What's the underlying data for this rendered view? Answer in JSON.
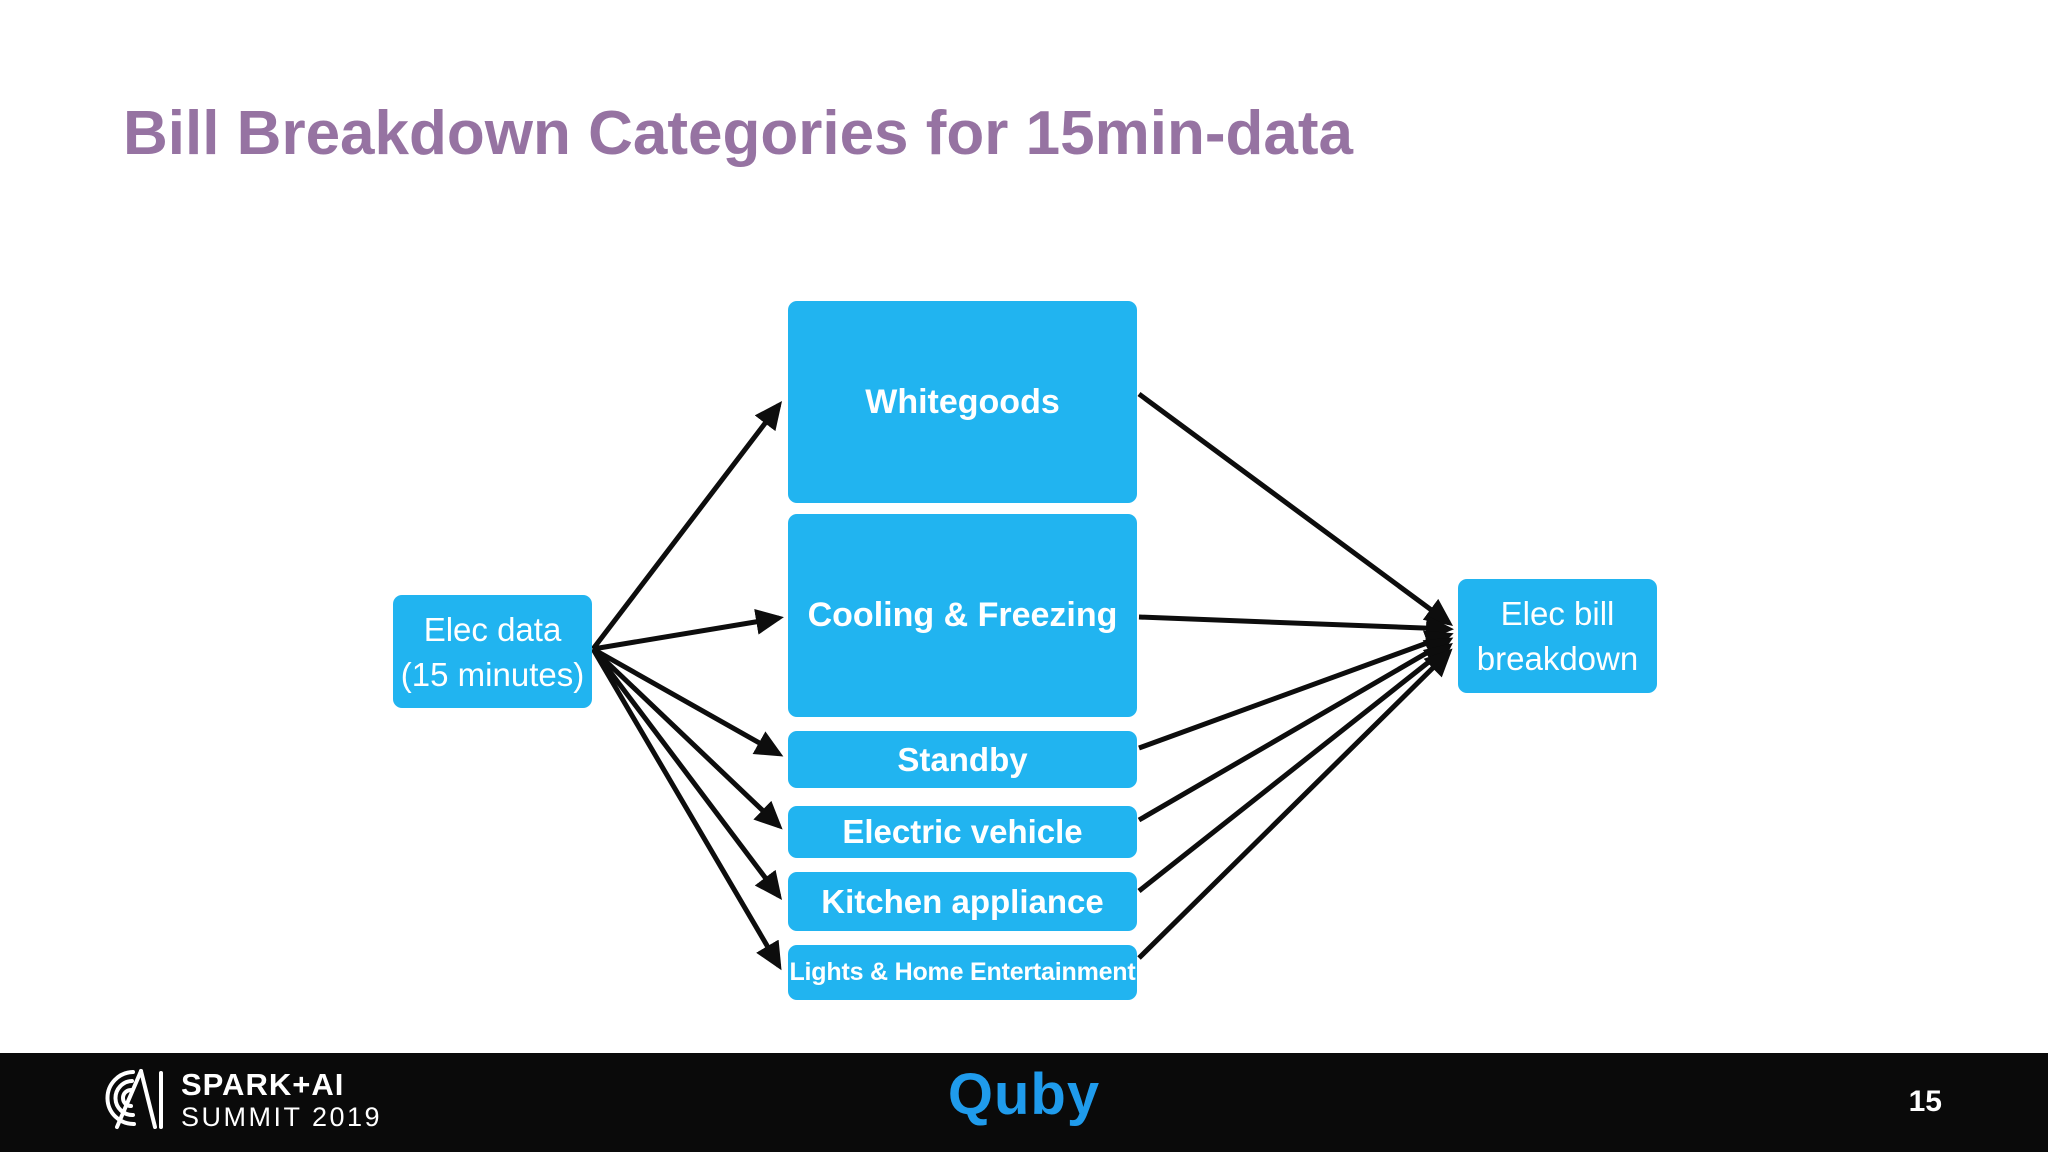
{
  "title": {
    "text": "Bill Breakdown Categories for 15min-data",
    "color": "#9673A2"
  },
  "diagram": {
    "box_fill_color": "#21B4F0",
    "box_text_color": "#FFFFFF",
    "arrow_color": "#0D0D0D",
    "source_box": {
      "line1": "Elec data",
      "line2": "(15 minutes)"
    },
    "category_boxes": [
      "Whitegoods",
      "Cooling & Freezing",
      "Standby",
      "Electric vehicle",
      "Kitchen appliance",
      "Lights & Home Entertainment"
    ],
    "sink_box": {
      "line1": "Elec bill",
      "line2": "breakdown"
    }
  },
  "footer": {
    "background_color": "#0A0A0A",
    "conference_logo_title": "SPARK+AI",
    "conference_logo_subtitle": "SUMMIT 2019",
    "company_wordmark": "Quby",
    "company_wordmark_color": "#1F9BEC",
    "slide_number": "15"
  }
}
